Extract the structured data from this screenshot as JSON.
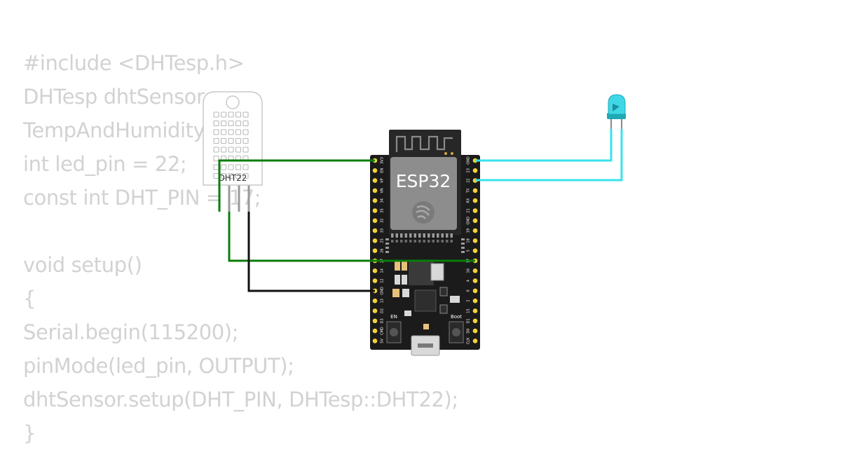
{
  "code_lines": [
    "#include <DHTesp.h>",
    "DHTesp dhtSensor;",
    "TempAndHumidity data;",
    "int led_pin = 22;",
    "const int DHT_PIN = 17;",
    "",
    "void setup()",
    "{",
    "Serial.begin(115200);",
    "pinMode(led_pin, OUTPUT);",
    "dhtSensor.setup(DHT_PIN, DHTesp::DHT22);",
    "}"
  ],
  "sensor": {
    "label": "DHT22"
  },
  "board": {
    "chip_label": "ESP32",
    "en_label": "EN",
    "boot_label": "Boot",
    "left_pins": [
      "3V3",
      "EN",
      "VP",
      "VN",
      "34",
      "35",
      "32",
      "33",
      "25",
      "26",
      "27",
      "14",
      "12",
      "GND",
      "13",
      "D2",
      "D3",
      "CMD",
      "5V"
    ],
    "right_pins": [
      "GND",
      "23",
      "22",
      "TX",
      "RX",
      "21",
      "GND",
      "19",
      "18",
      "5",
      "17",
      "16",
      "4",
      "0",
      "2",
      "15",
      "D1",
      "D0",
      "CLK"
    ]
  },
  "colors": {
    "wire_green": "#0a7d0a",
    "wire_black": "#111111",
    "wire_cyan": "#37e3ec",
    "board": "#1b1b1b",
    "pin": "#f3d23a",
    "code_text": "#d2d2d2"
  }
}
